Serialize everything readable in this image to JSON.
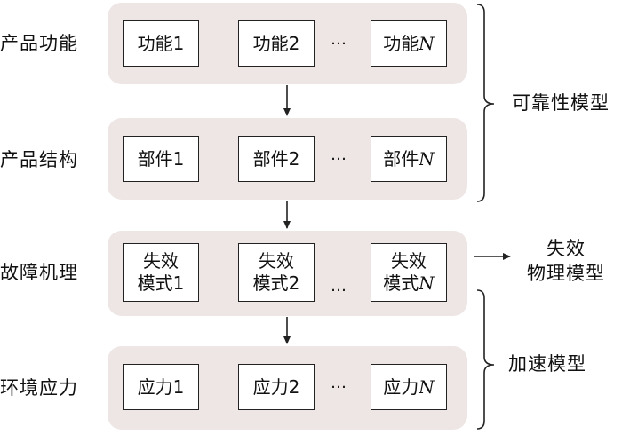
{
  "rows": [
    {
      "label": "产品功能",
      "items": [
        [
          "功能1"
        ],
        [
          "功能2"
        ],
        [
          "功能",
          "N"
        ]
      ],
      "ellipsis": "…"
    },
    {
      "label": "产品结构",
      "items": [
        [
          "部件1"
        ],
        [
          "部件2"
        ],
        [
          "部件",
          "N"
        ]
      ],
      "ellipsis": "…"
    },
    {
      "label": "故障机理",
      "items": [
        [
          "失效",
          "模式1"
        ],
        [
          "失效",
          "模式2"
        ],
        [
          "失效",
          "模式",
          "N"
        ]
      ],
      "ellipsis": "…"
    },
    {
      "label": "环境应力",
      "items": [
        [
          "应力1"
        ],
        [
          "应力2"
        ],
        [
          "应力",
          "N"
        ]
      ],
      "ellipsis": "…"
    }
  ],
  "side_labels": {
    "reliability": "可靠性模型",
    "failure_physics_line1": "失效",
    "failure_physics_line2": "物理模型",
    "acceleration": "加速模型"
  },
  "colors": {
    "panel": "#eee5e5",
    "stroke": "#222222"
  }
}
